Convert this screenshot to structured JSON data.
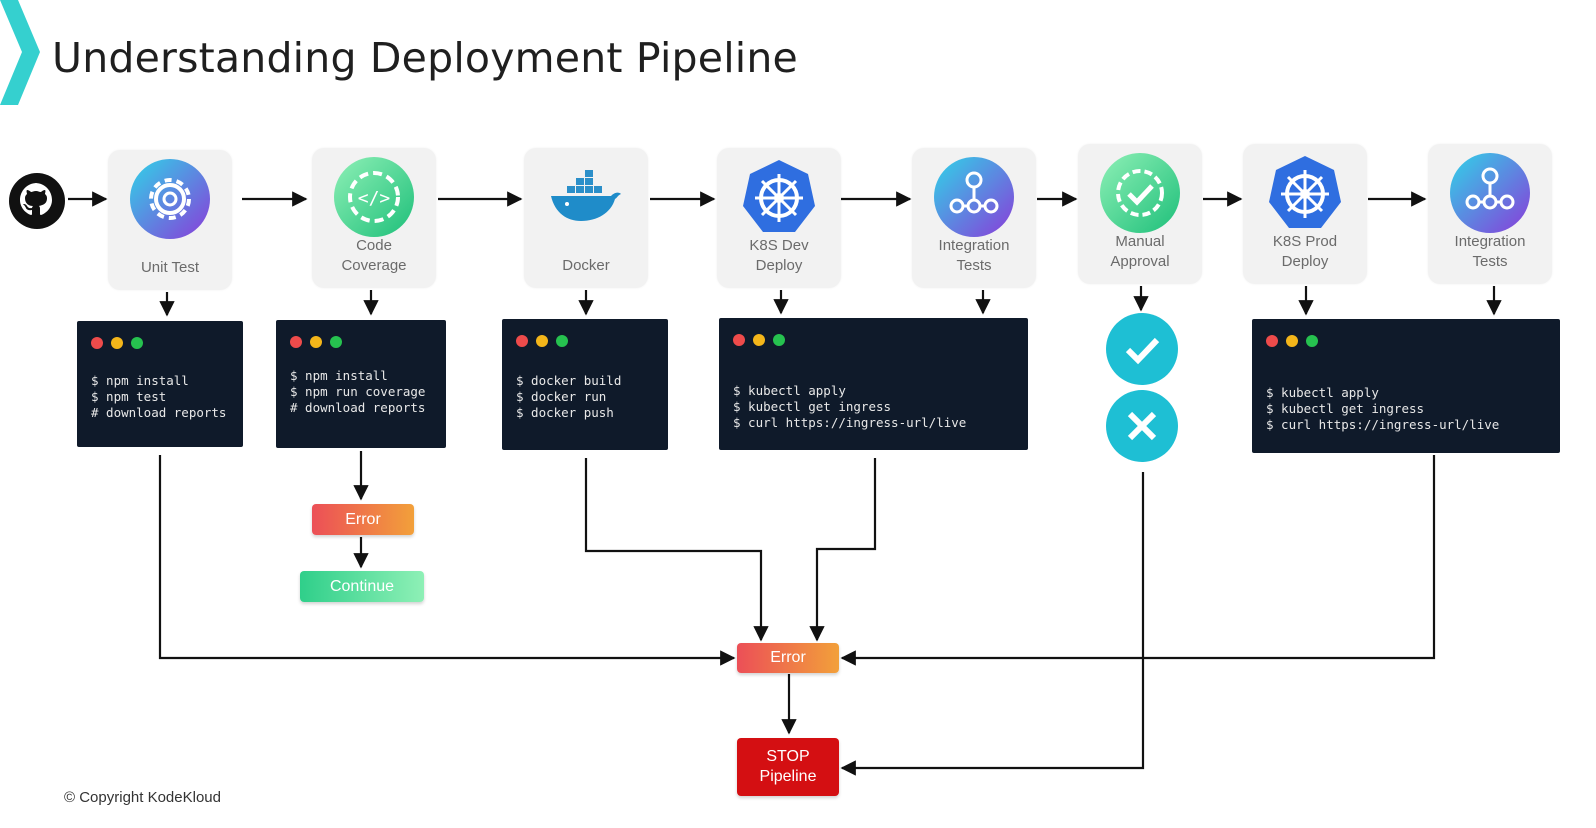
{
  "title": "Understanding Deployment Pipeline",
  "copyright": "© Copyright KodeKloud",
  "source": {
    "icon": "github-icon"
  },
  "stages": [
    {
      "label_lines": [
        "Unit Test"
      ],
      "icon": "gear-icon"
    },
    {
      "label_lines": [
        "Code",
        "Coverage"
      ],
      "icon": "code-icon"
    },
    {
      "label_lines": [
        "Docker"
      ],
      "icon": "docker-whale-icon"
    },
    {
      "label_lines": [
        "K8S Dev",
        "Deploy"
      ],
      "icon": "kubernetes-icon"
    },
    {
      "label_lines": [
        "Integration",
        "Tests"
      ],
      "icon": "integration-icon"
    },
    {
      "label_lines": [
        "Manual",
        "Approval"
      ],
      "icon": "approval-check-icon"
    },
    {
      "label_lines": [
        "K8S Prod",
        "Deploy"
      ],
      "icon": "kubernetes-icon"
    },
    {
      "label_lines": [
        "Integration",
        "Tests"
      ],
      "icon": "integration-icon"
    }
  ],
  "terminals": [
    {
      "lines": [
        "$ npm install",
        "$ npm test",
        "# download reports"
      ]
    },
    {
      "lines": [
        "$ npm install",
        "$ npm run coverage",
        "# download reports"
      ]
    },
    {
      "lines": [
        "$ docker build",
        "$ docker run",
        "$ docker push"
      ]
    },
    {
      "lines": [
        "$ kubectl apply",
        "$ kubectl get ingress",
        "$ curl https://ingress-url/live"
      ]
    },
    {
      "lines": [
        "$ kubectl apply",
        "$ kubectl get ingress",
        "$ curl https://ingress-url/live"
      ]
    }
  ],
  "coverage_error": "Error",
  "coverage_continue": "Continue",
  "main_error": "Error",
  "stop_lines": [
    "STOP",
    "Pipeline"
  ],
  "approval": {
    "approve_icon": "check-icon",
    "reject_icon": "close-icon"
  },
  "colors": {
    "terminal_bg": "#0f1a2a",
    "dot_red": "#ee4b4b",
    "dot_yellow": "#f4b61a",
    "dot_green": "#26c24f",
    "error_gradient": [
      "#ec4f57",
      "#f2a03a"
    ],
    "continue_gradient": [
      "#2fcf8a",
      "#8ef0b6"
    ],
    "stop": "#d40f12",
    "approval": "#1ebfd4"
  }
}
